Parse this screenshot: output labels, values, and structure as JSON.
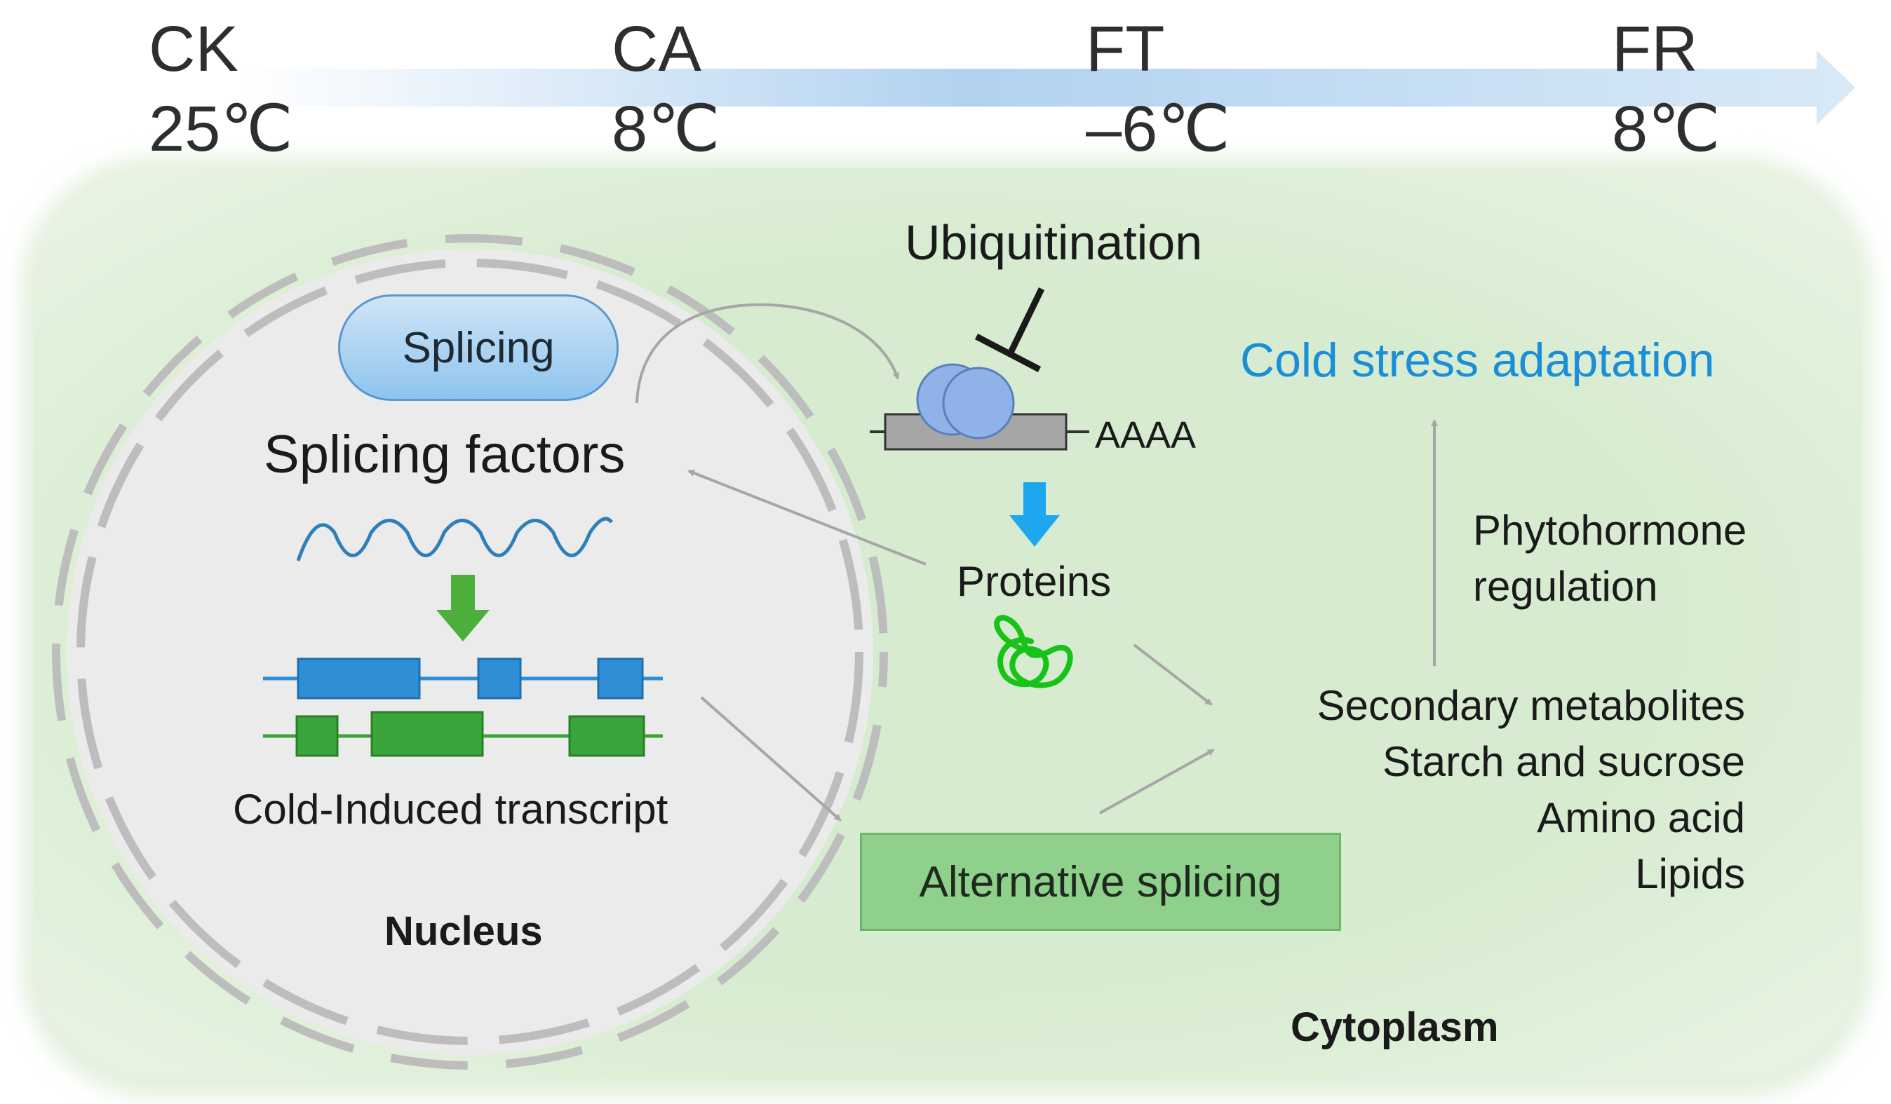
{
  "timeline": {
    "stages": [
      {
        "name": "CK",
        "temp": "25℃"
      },
      {
        "name": "CA",
        "temp": "8℃"
      },
      {
        "name": "FT",
        "temp": "–6℃"
      },
      {
        "name": "FR",
        "temp": "8℃"
      }
    ]
  },
  "nucleus": {
    "splicing_pill": "Splicing",
    "splicing_factors": "Splicing factors",
    "transcript_label": "Cold-Induced transcript",
    "label": "Nucleus"
  },
  "translation": {
    "ubiquitination": "Ubiquitination",
    "poly_a": "AAAA",
    "proteins": "Proteins"
  },
  "alternative_splicing": "Alternative  splicing",
  "outcomes": {
    "adaptation": "Cold stress adaptation",
    "phytohormone_line1": "Phytohormone",
    "phytohormone_line2": "regulation",
    "metabolites": [
      "Secondary metabolites",
      "Starch and sucrose",
      "Amino acid",
      "Lipids"
    ]
  },
  "cytoplasm_label": "Cytoplasm",
  "colors": {
    "cell_fill": "#d9ecd2",
    "nucleus_fill": "#ececec",
    "transcript_blue": "#2f8fd6",
    "transcript_green": "#3aa53a",
    "arrow_blue": "#1ea7ef",
    "arrow_green": "#4caf3b",
    "adaptation_text": "#1a8fd8",
    "ribosome": "#8fb2e8"
  }
}
